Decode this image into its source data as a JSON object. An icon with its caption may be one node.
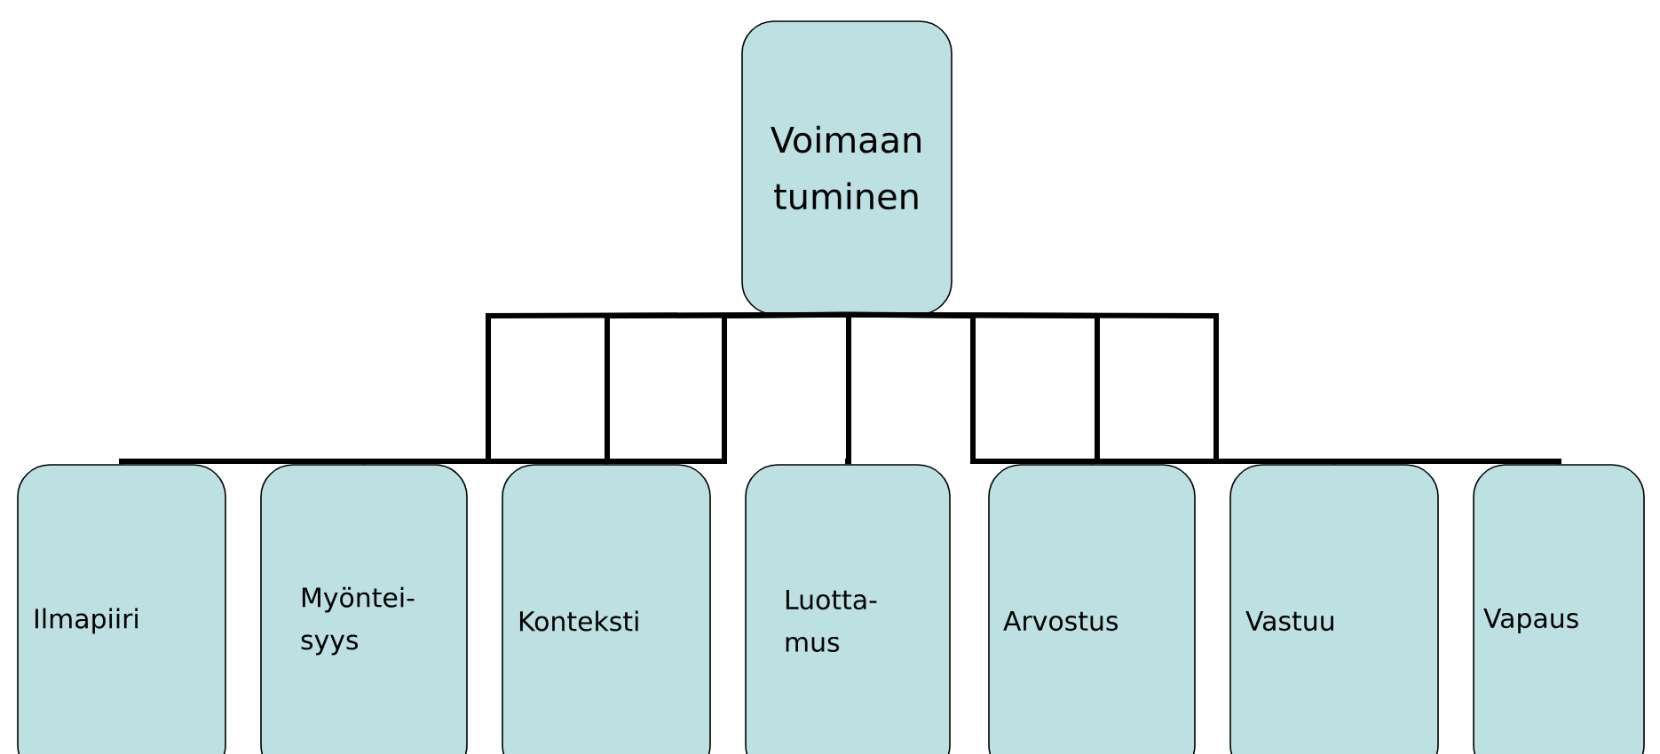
{
  "diagram": {
    "nodes": [
      {
        "text": [
          "Voimaan tuminen"
        ]
      },
      {
        "text": [
          "Ilmapiiri"
        ]
      },
      {
        "text": [
          "Myöntei- syys"
        ]
      },
      {
        "text": [
          "Konteksti"
        ]
      },
      {
        "text": [
          "Luotta- mus"
        ]
      },
      {
        "text": [
          "Arvostus"
        ]
      },
      {
        "text": [
          "Vastuu"
        ]
      },
      {
        "text": [
          "Vapaus"
        ]
      }
    ],
    "edges": [
      {
        "from": 0,
        "to": 1,
        "arrow": "none"
      },
      {
        "from": 0,
        "to": 2,
        "arrow": "none"
      },
      {
        "from": 0,
        "to": 3,
        "arrow": "none"
      },
      {
        "from": 0,
        "to": 4,
        "arrow": "none"
      },
      {
        "from": 0,
        "to": 5,
        "arrow": "none"
      },
      {
        "from": 0,
        "to": 6,
        "arrow": "none"
      },
      {
        "from": 0,
        "to": 7,
        "arrow": "none"
      }
    ]
  }
}
